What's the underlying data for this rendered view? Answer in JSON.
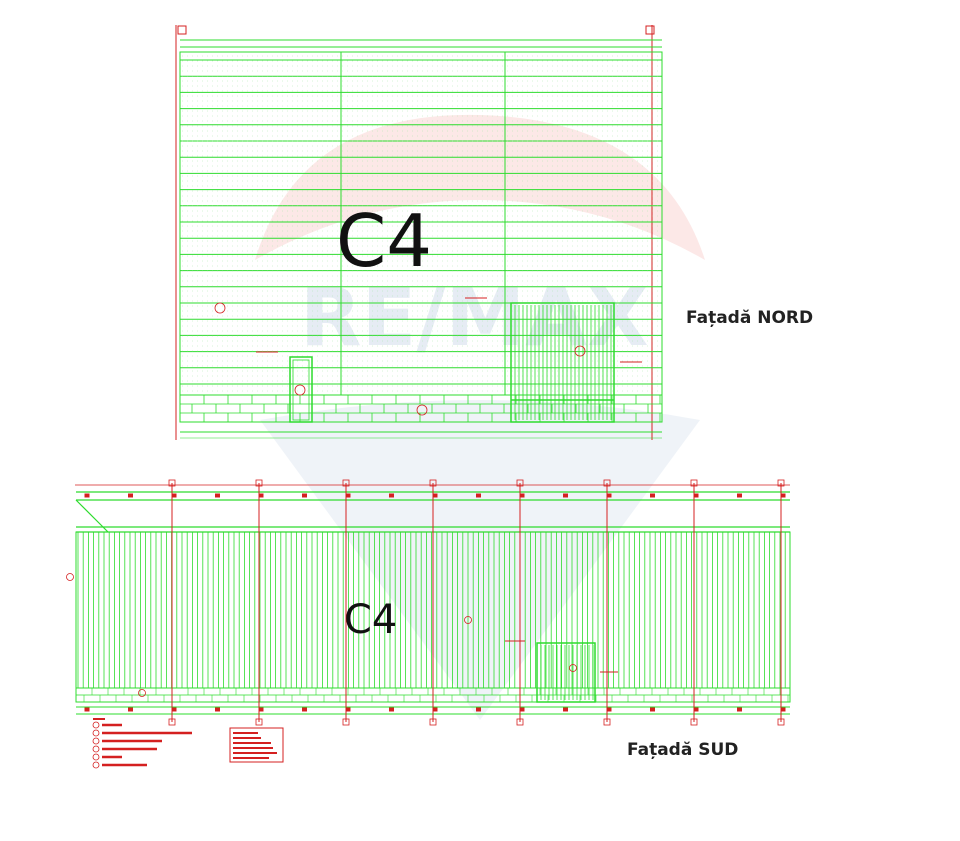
{
  "watermark": {
    "text": "RE/MAX",
    "colors": {
      "red": "#e8423c",
      "blue": "#1a4fa0"
    }
  },
  "colors": {
    "line_green": "#2ddc2d",
    "line_red": "#d42020",
    "text": "#222222"
  },
  "north": {
    "title": "Fațadă NORD",
    "building": "C4"
  },
  "south": {
    "title": "Fațadă SUD",
    "building": "C4"
  }
}
